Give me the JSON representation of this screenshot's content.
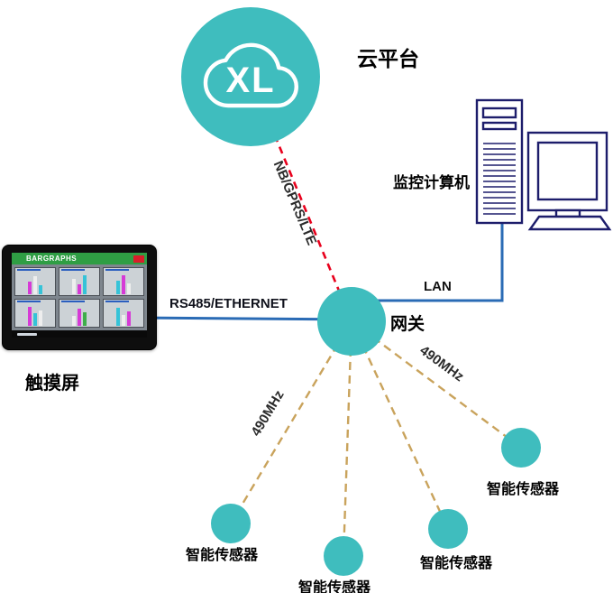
{
  "diagram": {
    "cloud": {
      "label": "云平台",
      "logo_text": "XL"
    },
    "computer": {
      "label": "监控计算机"
    },
    "gateway": {
      "label": "网关"
    },
    "touchscreen": {
      "label": "触摸屏",
      "screen_title": "BARGRAPHS"
    },
    "sensors": [
      {
        "label": "智能传感器"
      },
      {
        "label": "智能传感器"
      },
      {
        "label": "智能传感器"
      },
      {
        "label": "智能传感器"
      }
    ],
    "links": {
      "cloud_gateway_label": "NB/GPRS/LTE",
      "touchscreen_gateway_label": "RS485/ETHERNET",
      "gateway_computer_label": "LAN",
      "radio_left_label": "490MHz",
      "radio_right_label": "490MHz"
    }
  },
  "colors": {
    "node_teal": "#3FBDBE",
    "link_blue": "#2A6BB5",
    "link_red": "#E8001C",
    "link_tan": "#C9A35C",
    "computer_navy": "#1D1D6B"
  }
}
